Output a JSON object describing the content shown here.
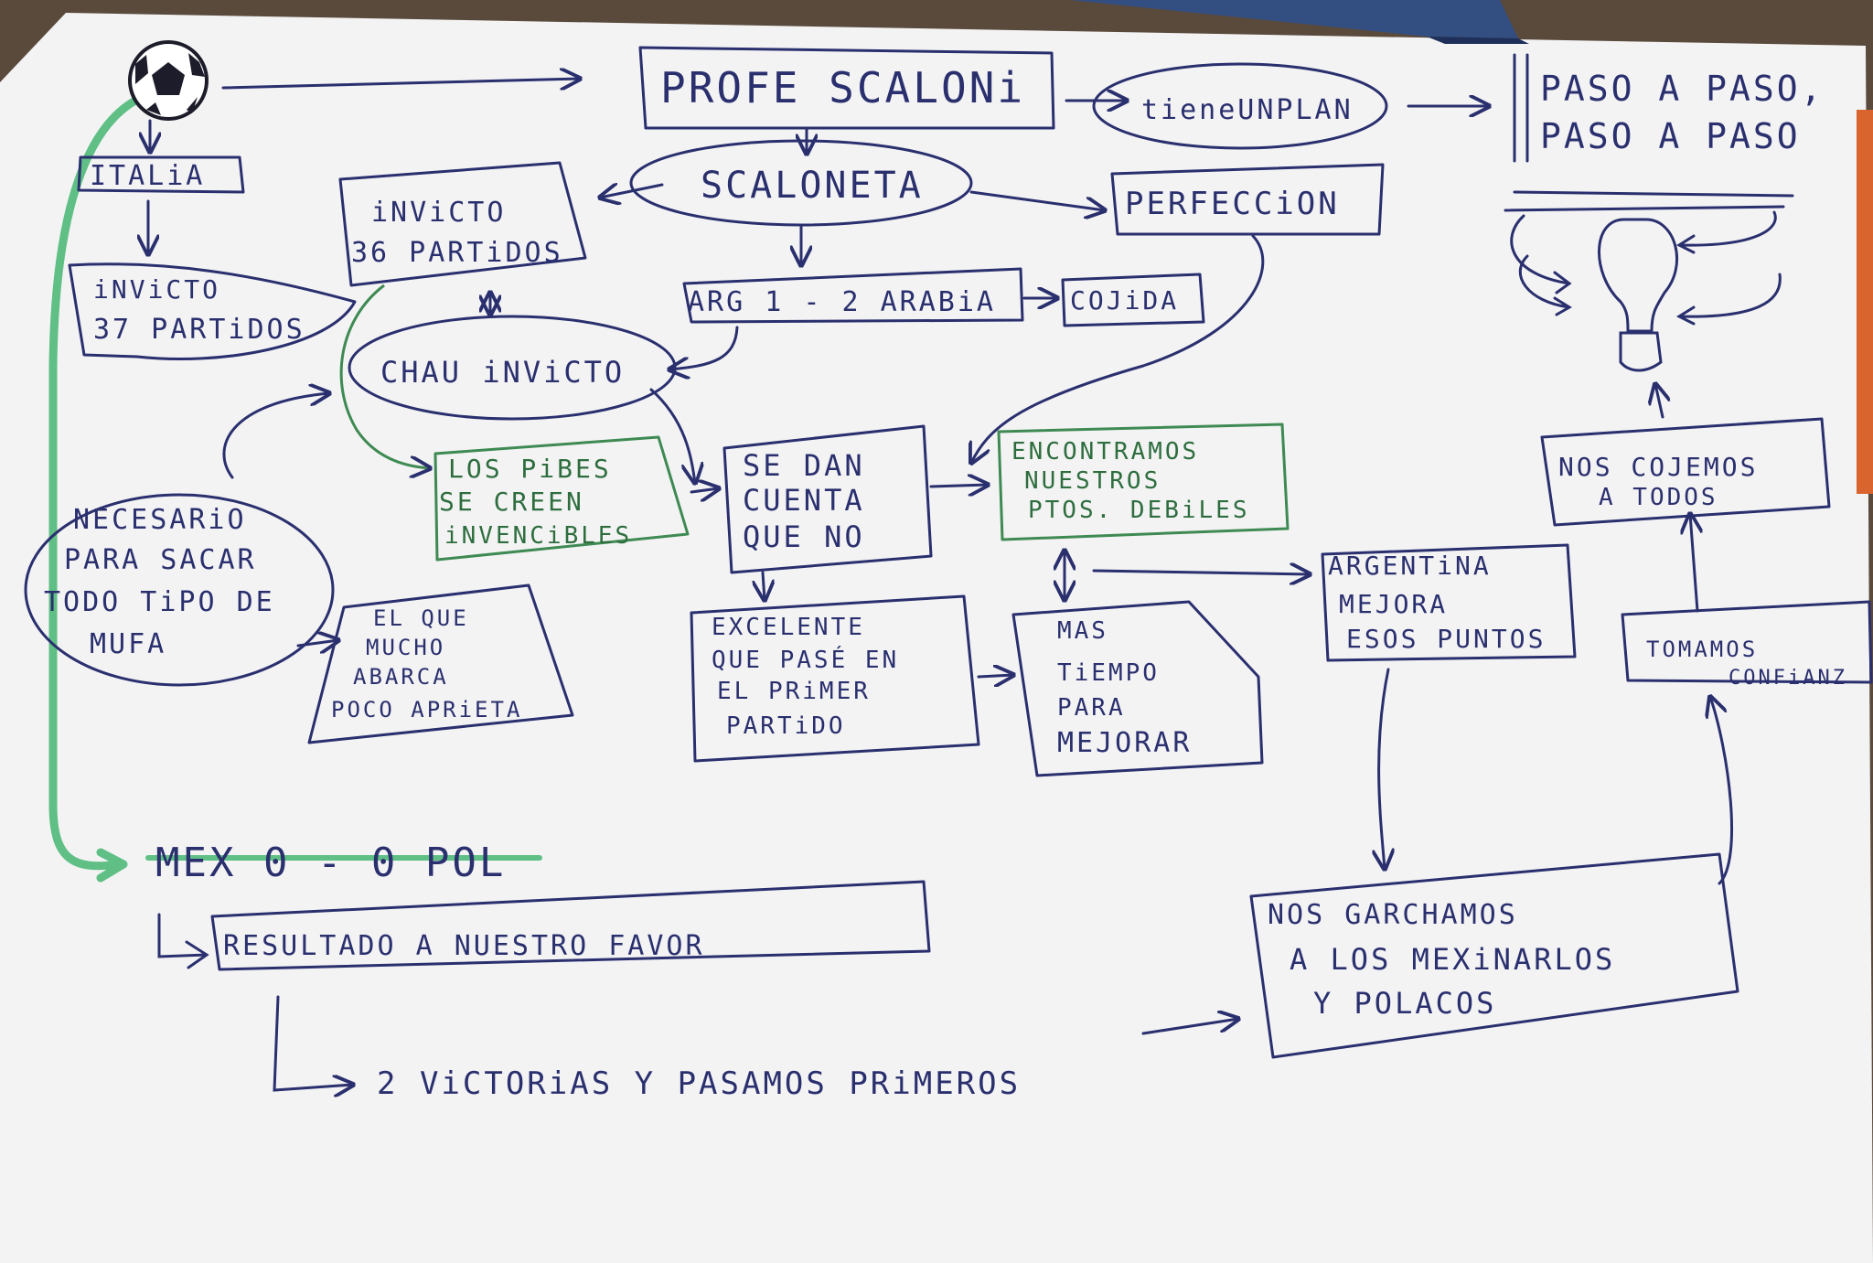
{
  "colors": {
    "ink": "#2a2f6e",
    "green_ink": "#2e6e3e",
    "highlighter": "#5fbf85",
    "paper": "#f3f3f4",
    "desk": "#5a4a3c"
  },
  "icons": {
    "ball": "soccer-ball-icon",
    "head": "lightbulb-head-icon"
  },
  "nodes": {
    "profe": "PROFE SCALONi",
    "plan": "tieneUNPLAN",
    "paso1": "PASO A PASO,",
    "paso2": "PASO A PASO",
    "italia": "ITALiA",
    "invicto37_1": "iNViCTO",
    "invicto37_2": "37 PARTiDOS",
    "invicto36_1": "iNViCTO",
    "invicto36_2": "36 PARTiDOS",
    "scaloneta": "SCALONETA",
    "perfeccion": "PERFECCiON",
    "arg": "ARG 1 - 2 ARABiA",
    "cojida": "COJiDA",
    "chau": "CHAU iNViCTO",
    "pibes1": "LOS PiBES",
    "pibes2": "SE CREEN",
    "pibes3": "iNVENCiBLES",
    "sedan1": "SE DAN",
    "sedan2": "CUENTA",
    "sedan3": "QUE NO",
    "encontramos1": "ENCONTRAMOS",
    "encontramos2": "NUESTROS",
    "encontramos3": "PTOS. DEBiLES",
    "argmejora1": "ARGENTiNA",
    "argmejora2": "MEJORA",
    "argmejora3": "ESOS PUNTOS",
    "cojemos1": "NOS COJEMOS",
    "cojemos2": "A TODOS",
    "necesario1": "NECESARiO",
    "necesario2": "PARA SACAR",
    "necesario3": "TODO TiPO DE",
    "necesario4": "MUFA",
    "elque1": "EL QUE",
    "elque2": "MUCHO",
    "elque3": "ABARCA",
    "elque4": "POCO APRiETA",
    "excelente1": "EXCELENTE",
    "excelente2": "QUE PASÉ EN",
    "excelente3": "EL PRiMER",
    "excelente4": "PARTiDO",
    "mas1": "MAS",
    "mas2": "TiEMPO",
    "mas3": "PARA",
    "mas4": "MEJORAR",
    "tomamos1": "TOMAMOS",
    "tomamos2": "CONFiANZ",
    "mex": "MEX 0 - 0 POL",
    "resultado": "RESULTADO A NUESTRO FAVOR",
    "victorias": "2 ViCTORiAS Y PASAMOS PRiMEROS",
    "garcha1": "NOS GARCHAMOS",
    "garcha2": "A LOS MEXiNARLOS",
    "garcha3": "Y POLACOS"
  }
}
